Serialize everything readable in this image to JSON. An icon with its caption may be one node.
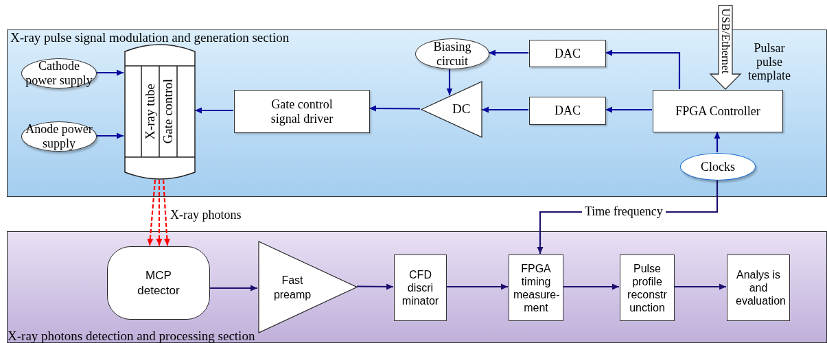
{
  "diagram": {
    "nodes": [
      {
        "text": [
          "X-ray pulse signal modulation and generation section"
        ]
      },
      {
        "text": [
          "Cathode power supply"
        ],
        "in": 0
      },
      {
        "text": [
          "Anode power supply"
        ],
        "in": 0
      },
      {
        "text": [
          "X-ray tube",
          "Gate control"
        ],
        "in": 0
      },
      {
        "text": [
          "Gate control signal driver"
        ],
        "in": 0
      },
      {
        "text": [
          "Biasing circuit"
        ],
        "in": 0
      },
      {
        "text": [
          "DC"
        ],
        "in": 0
      },
      {
        "text": [
          "DAC"
        ],
        "in": 0
      },
      {
        "text": [
          "DAC"
        ],
        "in": 0
      },
      {
        "text": [
          "FPGA Controller"
        ],
        "in": 0
      },
      {
        "text": [
          "Clocks"
        ],
        "in": 0
      },
      {
        "text": [
          "X-ray photons detection and processing section"
        ]
      },
      {
        "text": [
          "MCP detector"
        ],
        "in": 11
      },
      {
        "text": [
          "Fast preamp"
        ],
        "in": 11
      },
      {
        "text": [
          "CFD discri minator"
        ],
        "in": 11
      },
      {
        "text": [
          "FPGA timing measure- ment"
        ],
        "in": 11
      },
      {
        "text": [
          "Pulse profile reconstr unction"
        ],
        "in": 11
      },
      {
        "text": [
          "Analys is and evaluation"
        ],
        "in": 11
      }
    ],
    "edges": [
      {
        "from": 1,
        "to": 3,
        "arrow": "to"
      },
      {
        "from": 2,
        "to": 3,
        "arrow": "to"
      },
      {
        "from": 4,
        "to": 3,
        "arrow": "to"
      },
      {
        "from": 6,
        "to": 4,
        "arrow": "to"
      },
      {
        "from": 8,
        "to": 6,
        "arrow": "to"
      },
      {
        "from": 9,
        "to": 8,
        "arrow": "to"
      },
      {
        "from": 9,
        "to": 7,
        "arrow": "to"
      },
      {
        "from": 7,
        "to": 5,
        "arrow": "to"
      },
      {
        "from": 5,
        "to": 6,
        "arrow": "to"
      },
      {
        "from": 10,
        "to": 9,
        "arrow": "to"
      },
      {
        "from": 10,
        "to": 15,
        "arrow": "to",
        "label": "Time frequency",
        "color": "#1c0f6e"
      },
      {
        "from": 3,
        "to": 12,
        "arrow": "to",
        "style": "dashed",
        "color": "#ff0000"
      },
      {
        "from": 3,
        "to": 12,
        "arrow": "to",
        "style": "dashed",
        "color": "#ff0000"
      },
      {
        "from": 3,
        "to": 12,
        "arrow": "to",
        "label": "X-ray photons",
        "style": "dashed",
        "color": "#ff0000"
      },
      {
        "from": null,
        "to": 9,
        "arrow": "to",
        "label": "USB/Ethernet",
        "style": "thick"
      },
      {
        "from": 12,
        "to": 13,
        "arrow": "to",
        "color": "#1c0f6e"
      },
      {
        "from": 13,
        "to": 14,
        "arrow": "to",
        "color": "#1c0f6e"
      },
      {
        "from": 14,
        "to": 15,
        "arrow": "to",
        "color": "#1c0f6e"
      },
      {
        "from": 15,
        "to": 16,
        "arrow": "to",
        "color": "#1c0f6e"
      },
      {
        "from": 16,
        "to": 17,
        "arrow": "to",
        "color": "#1c0f6e"
      }
    ],
    "labels": [
      "Pulsar pulse template"
    ]
  }
}
